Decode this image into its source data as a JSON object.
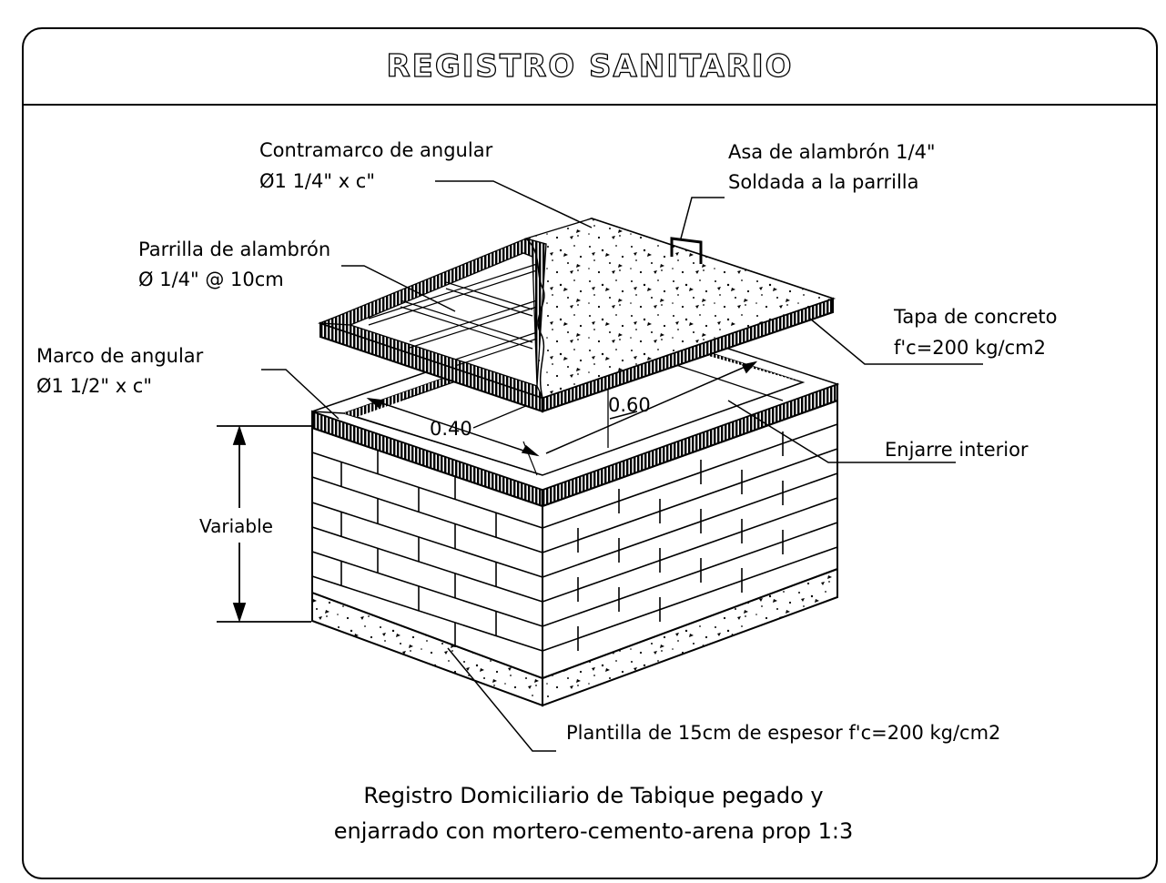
{
  "title": "REGISTRO SANITARIO",
  "labels": {
    "contramarco_1": "Contramarco de angular",
    "contramarco_2": "Ø1  1/4\" x c\"",
    "asa_1": "Asa de alambrón 1/4\"",
    "asa_2": "Soldada a la parrilla",
    "parrilla_1": "Parrilla de alambrón",
    "parrilla_2": "Ø 1/4\" @ 10cm",
    "tapa_1": "Tapa de concreto",
    "tapa_2": "f'c=200 kg/cm2",
    "marco_1": "Marco de angular",
    "marco_2": "Ø1  1/2\" x c\"",
    "enjarre": "Enjarre interior",
    "variable": "Variable",
    "plantilla": "Plantilla de 15cm de espesor f'c=200 kg/cm2"
  },
  "dimensions": {
    "width": "0.40",
    "length": "0.60"
  },
  "caption": {
    "line1": "Registro  Domiciliario  de  Tabique pegado y",
    "line2": "enjarrado  con  mortero-cemento-arena prop 1:3"
  }
}
